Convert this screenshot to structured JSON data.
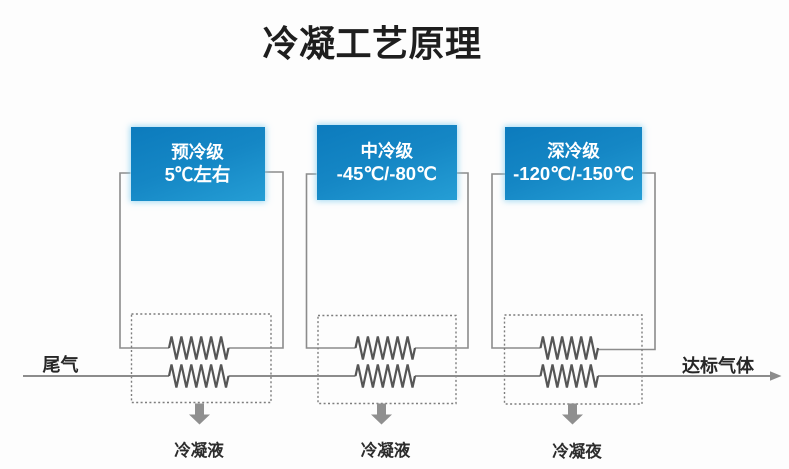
{
  "title": "冷凝工艺原理",
  "flow": {
    "inlet_label": "尾气",
    "outlet_label": "达标气体"
  },
  "stages": [
    {
      "name": "预冷级",
      "temperature": "5℃左右",
      "condensate_label": "冷凝液"
    },
    {
      "name": "中冷级",
      "temperature": "-45℃/-80℃",
      "condensate_label": "冷凝液"
    },
    {
      "name": "深冷级",
      "temperature": "-120℃/-150℃",
      "condensate_label": "冷凝夜"
    }
  ],
  "colors": {
    "background": "#fdfdfd",
    "stage_box_blue_top": "#0b7cbe",
    "stage_box_blue_bottom": "#2aa4d9",
    "stage_box_glow": "#84cef0",
    "pipe_line_gray": "#8c8c8c",
    "coil_gray": "#565656",
    "drain_arrow_gray": "#8f8f8f",
    "text_dark": "#1e1e1e",
    "text_white": "#ffffff"
  }
}
